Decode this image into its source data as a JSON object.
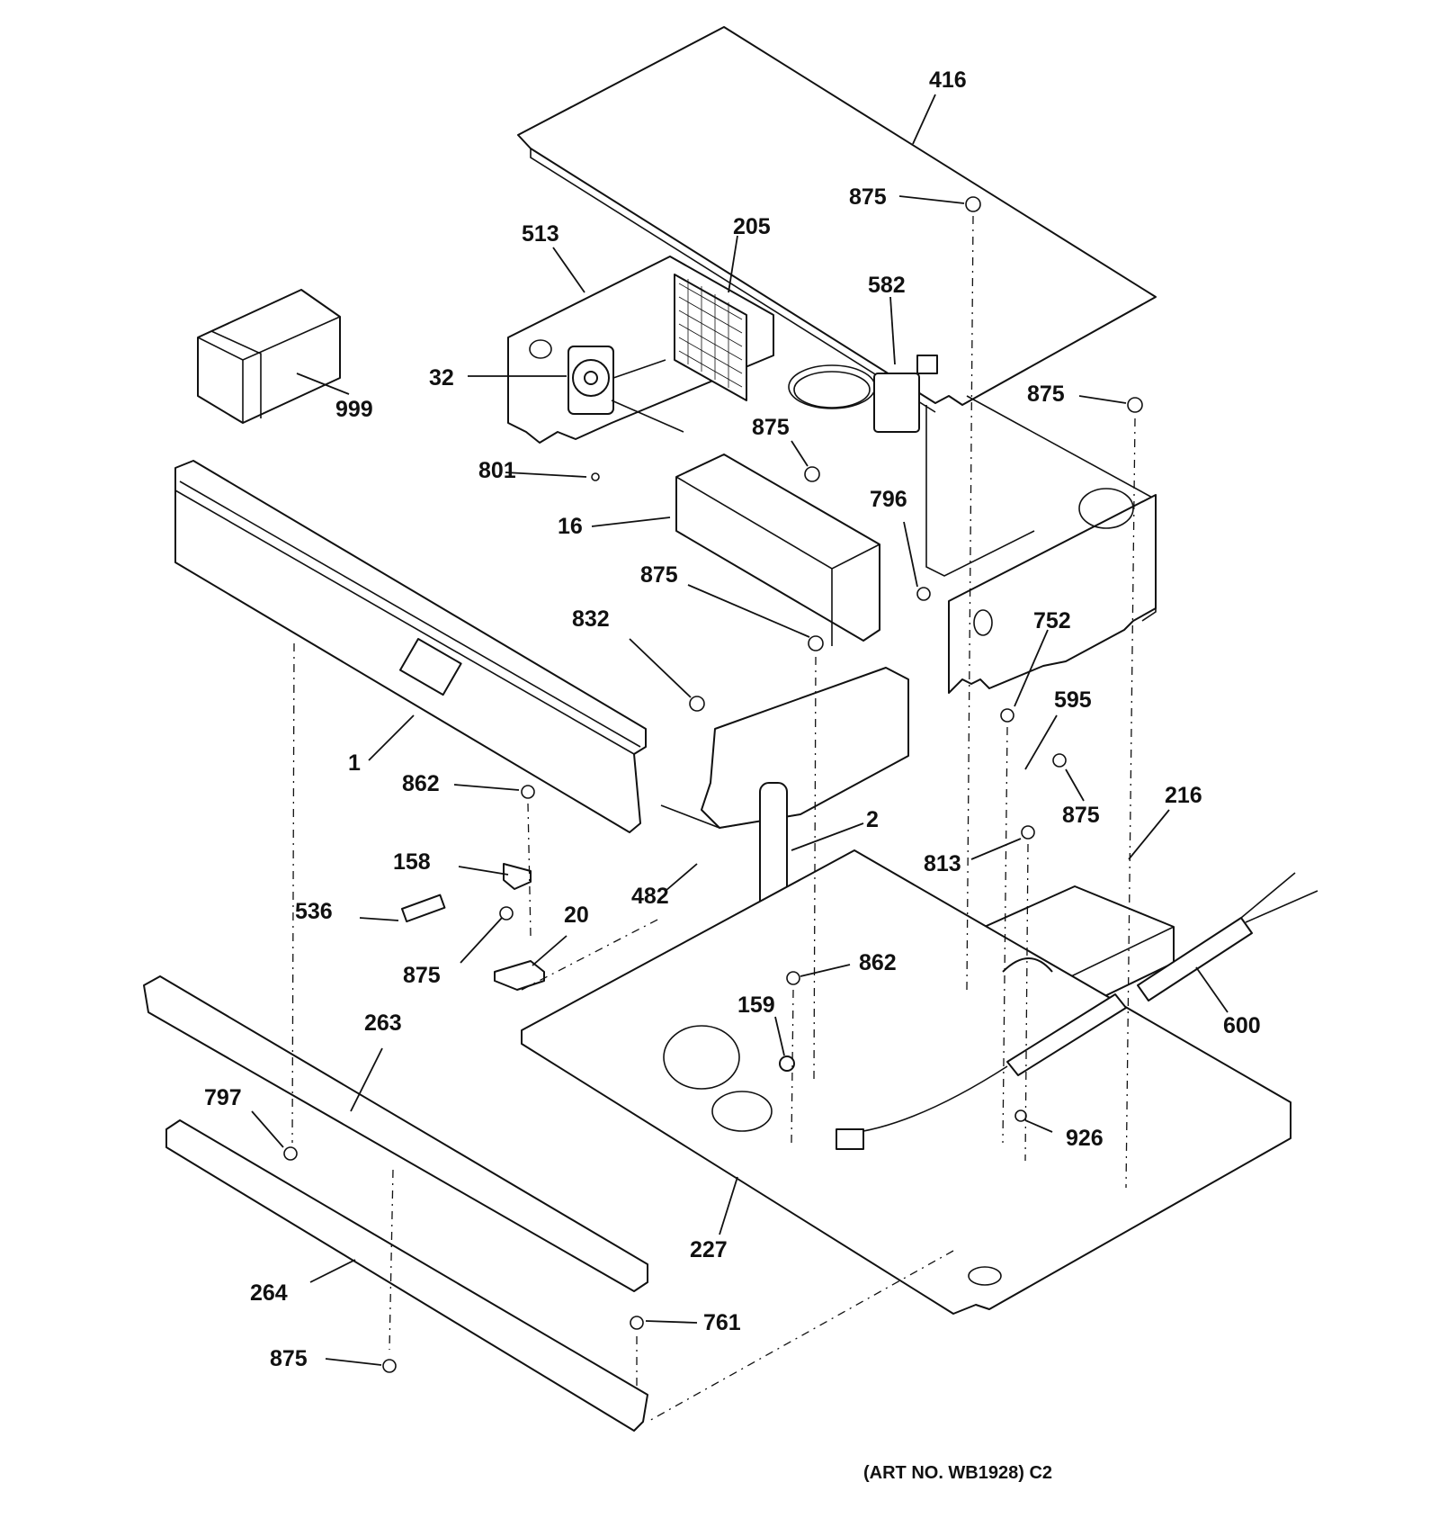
{
  "diagram": {
    "art_number": "(ART NO. WB1928) C2",
    "callouts": [
      {
        "id": "c416",
        "text": "416"
      },
      {
        "id": "c875a",
        "text": "875"
      },
      {
        "id": "c205",
        "text": "205"
      },
      {
        "id": "c513",
        "text": "513"
      },
      {
        "id": "c582",
        "text": "582"
      },
      {
        "id": "c32",
        "text": "32"
      },
      {
        "id": "c999",
        "text": "999"
      },
      {
        "id": "c875b",
        "text": "875"
      },
      {
        "id": "c875c",
        "text": "875"
      },
      {
        "id": "c801",
        "text": "801"
      },
      {
        "id": "c16",
        "text": "16"
      },
      {
        "id": "c796",
        "text": "796"
      },
      {
        "id": "c875d",
        "text": "875"
      },
      {
        "id": "c832",
        "text": "832"
      },
      {
        "id": "c752",
        "text": "752"
      },
      {
        "id": "c595",
        "text": "595"
      },
      {
        "id": "c1",
        "text": "1"
      },
      {
        "id": "c862a",
        "text": "862"
      },
      {
        "id": "c2",
        "text": "2"
      },
      {
        "id": "c875e",
        "text": "875"
      },
      {
        "id": "c216",
        "text": "216"
      },
      {
        "id": "c158",
        "text": "158"
      },
      {
        "id": "c813",
        "text": "813"
      },
      {
        "id": "c482",
        "text": "482"
      },
      {
        "id": "c536",
        "text": "536"
      },
      {
        "id": "c20",
        "text": "20"
      },
      {
        "id": "c875f",
        "text": "875"
      },
      {
        "id": "c862b",
        "text": "862"
      },
      {
        "id": "c600",
        "text": "600"
      },
      {
        "id": "c263",
        "text": "263"
      },
      {
        "id": "c159",
        "text": "159"
      },
      {
        "id": "c797",
        "text": "797"
      },
      {
        "id": "c926",
        "text": "926"
      },
      {
        "id": "c227",
        "text": "227"
      },
      {
        "id": "c264",
        "text": "264"
      },
      {
        "id": "c761",
        "text": "761"
      },
      {
        "id": "c875g",
        "text": "875"
      }
    ]
  }
}
